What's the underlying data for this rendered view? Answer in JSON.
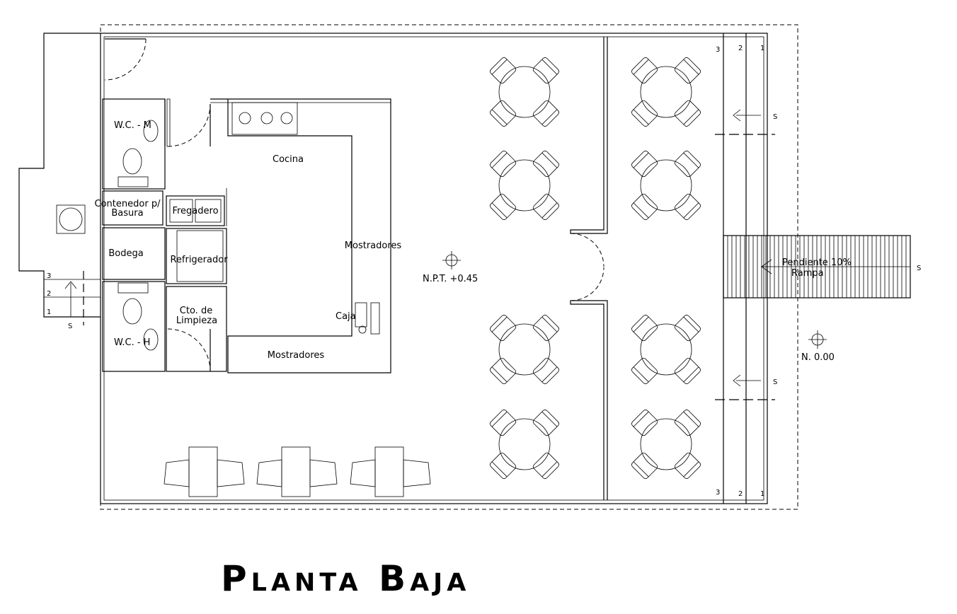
{
  "title": "Planta Baja",
  "rooms": {
    "wc_m": "W.C. - M",
    "wc_h": "W.C. - H",
    "contenedor_1": "Contenedor p/",
    "contenedor_2": "Basura",
    "bodega": "Bodega",
    "fregadero": "Fregadero",
    "refrigerador": "Refrigerador",
    "limpieza_1": "Cto. de",
    "limpieza_2": "Limpieza",
    "cocina": "Cocina",
    "mostradores_1": "Mostradores",
    "mostradores_2": "Mostradores",
    "caja": "Caja"
  },
  "levels": {
    "npt": "N.P.T. +0.45",
    "n0": "N. 0.00"
  },
  "ramp": {
    "line1": "Pendiente 10%",
    "line2": "Rampa"
  },
  "stairs": {
    "left_steps": [
      "3",
      "2",
      "1"
    ],
    "right_top_steps": [
      "3",
      "2",
      "1"
    ],
    "right_bottom_steps": [
      "3",
      "2",
      "1"
    ],
    "s_label": "S"
  }
}
